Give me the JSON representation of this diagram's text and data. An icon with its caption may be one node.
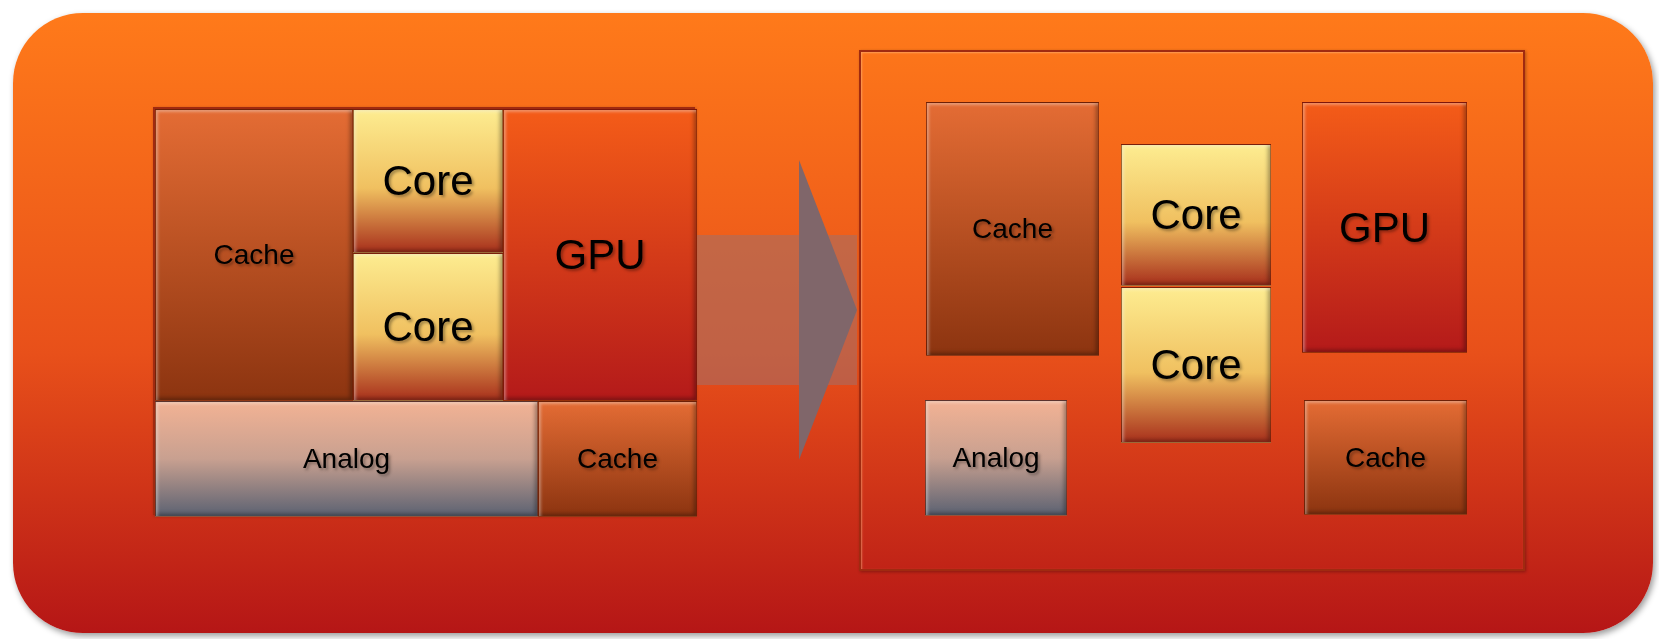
{
  "diagram": {
    "nodes": [
      {
        "text": [],
        "shape": "box"
      },
      {
        "text": [
          "Cache"
        ],
        "in": 0
      },
      {
        "text": [
          "Core"
        ],
        "in": 0
      },
      {
        "text": [
          "Core"
        ],
        "in": 0
      },
      {
        "text": [
          "GPU"
        ],
        "in": 0
      },
      {
        "text": [
          "Analog"
        ],
        "in": 0
      },
      {
        "text": [
          "Cache"
        ],
        "in": 0
      },
      {
        "text": [],
        "shape": "box"
      },
      {
        "text": [
          "Cache"
        ],
        "in": 7
      },
      {
        "text": [
          "Core"
        ],
        "in": 7
      },
      {
        "text": [
          "GPU"
        ],
        "in": 7
      },
      {
        "text": [
          "Core"
        ],
        "in": 7
      },
      {
        "text": [
          "Analog"
        ],
        "in": 7
      },
      {
        "text": [
          "Cache"
        ],
        "in": 7
      }
    ],
    "edges": [
      {
        "from": 0,
        "to": 7,
        "arrow": "to"
      }
    ]
  }
}
